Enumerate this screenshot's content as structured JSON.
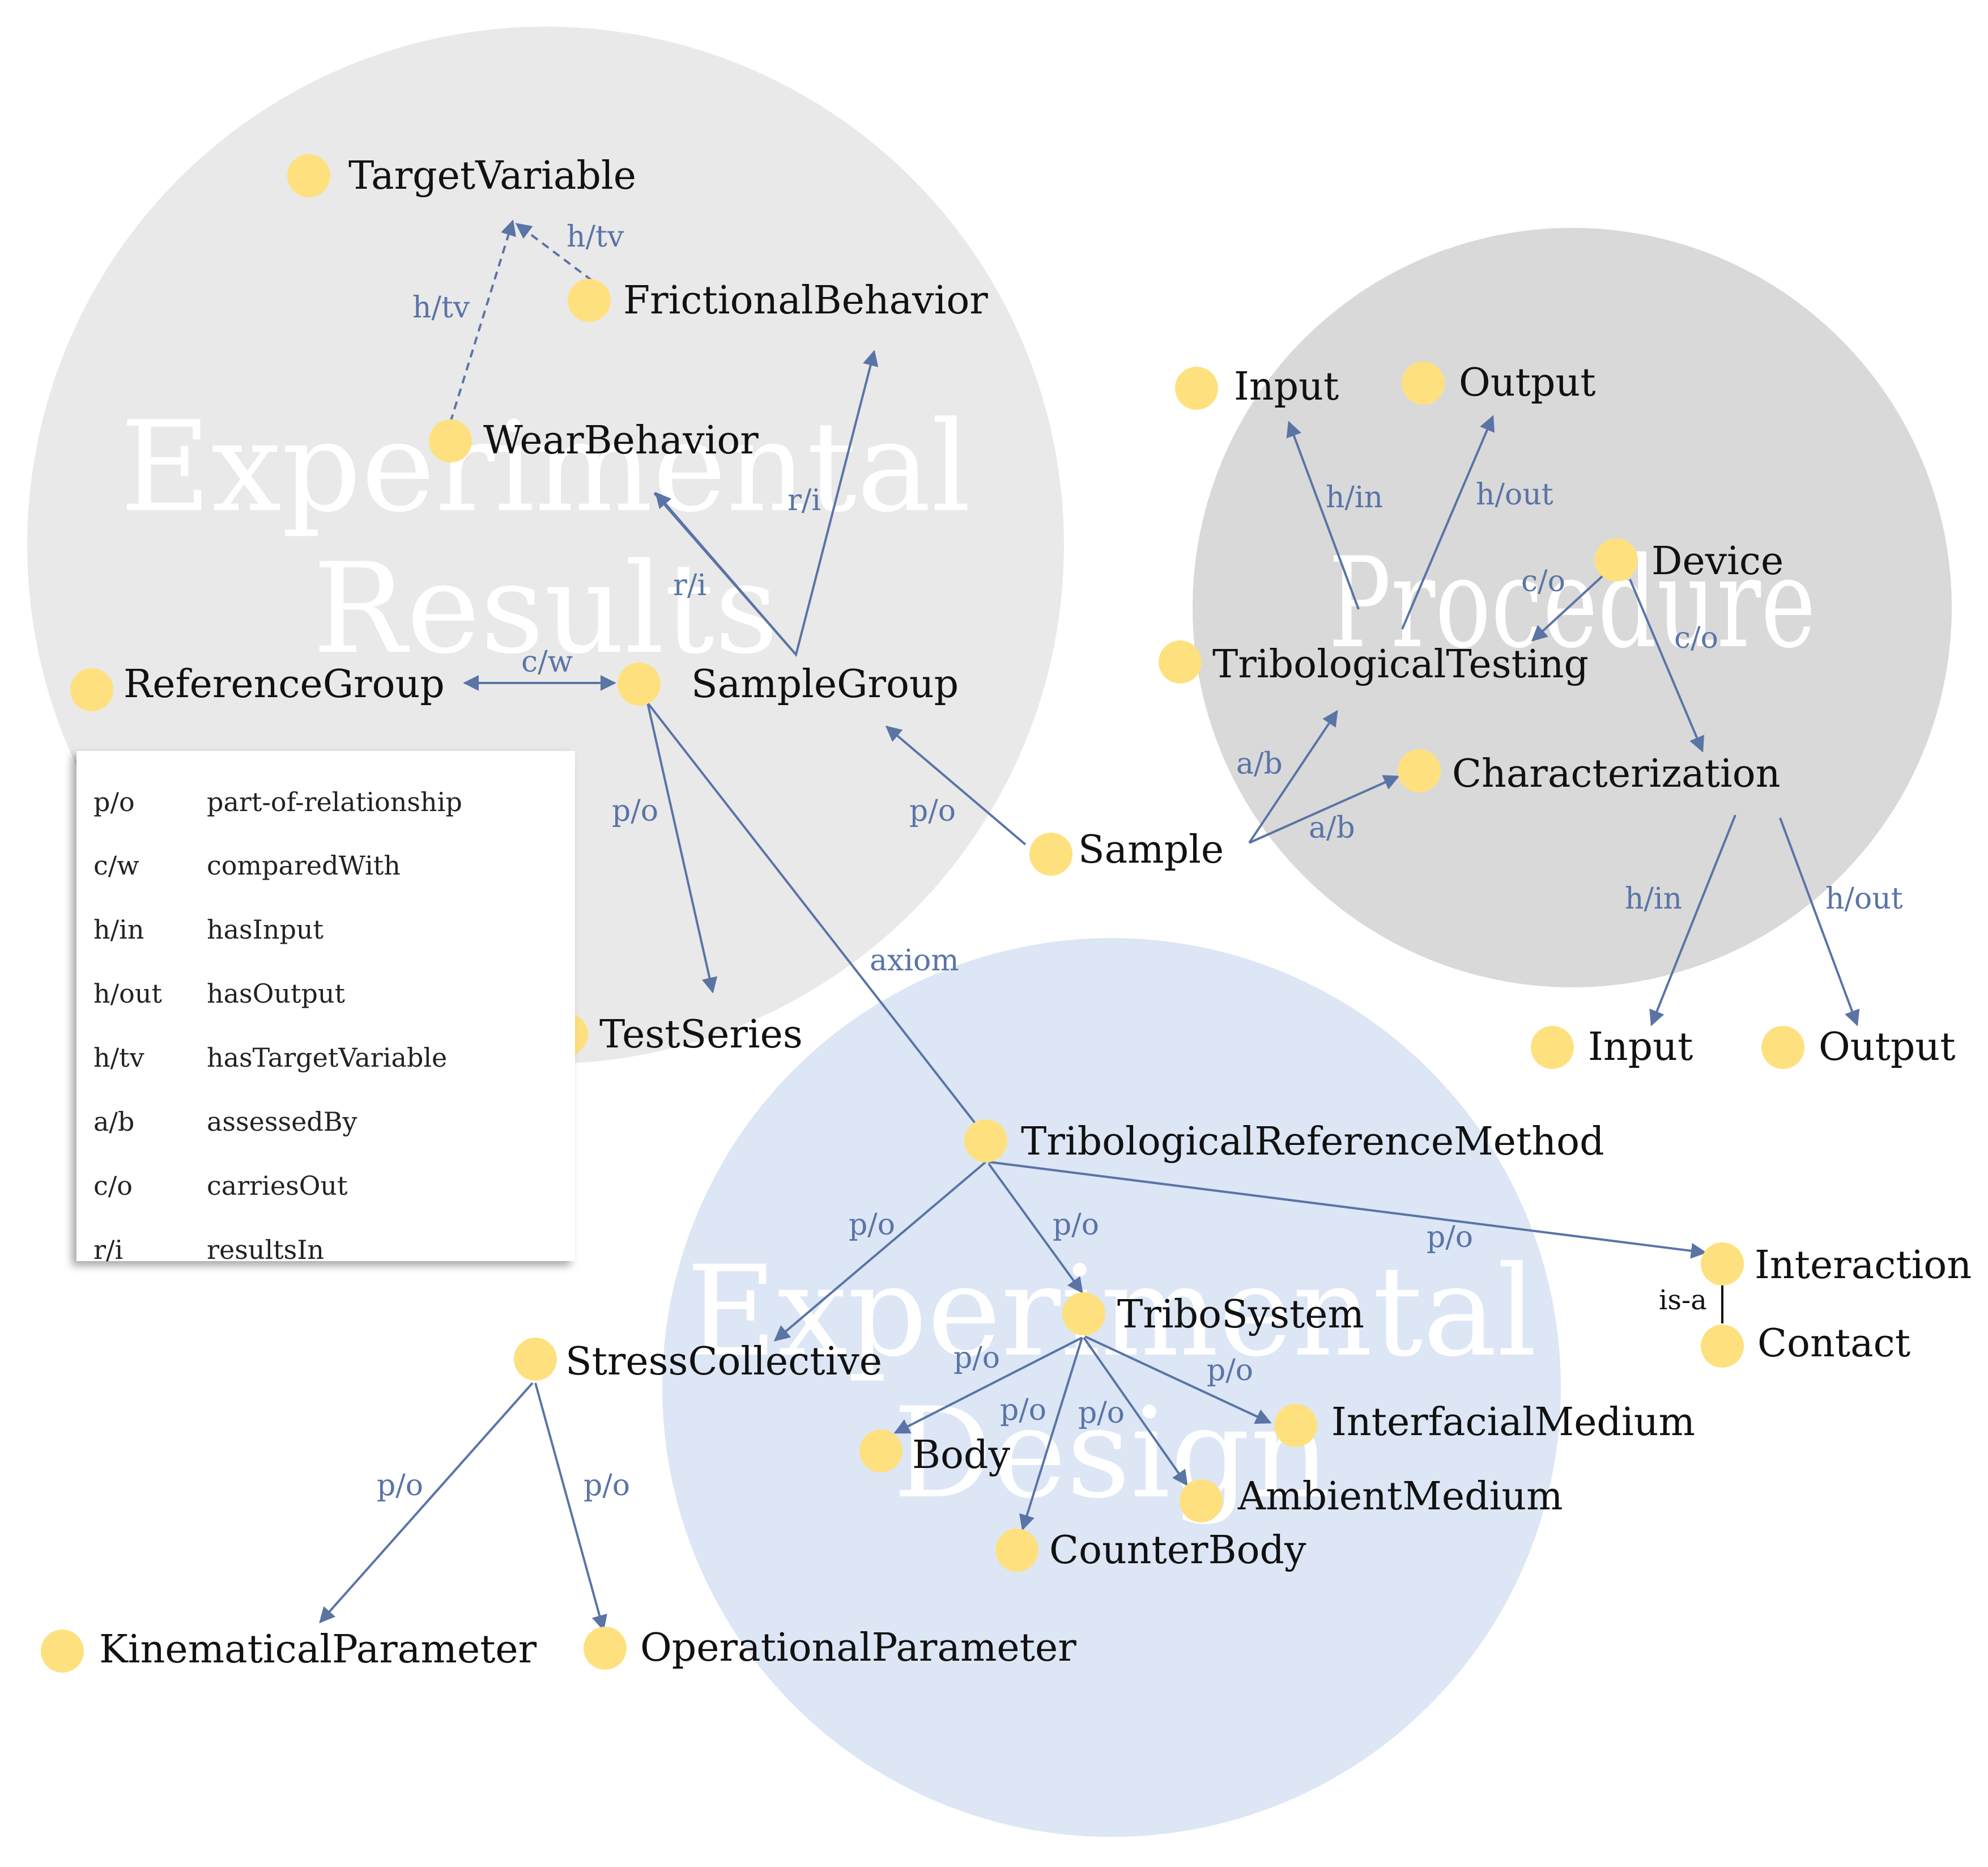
{
  "clusters": {
    "results": {
      "line1": "Experimental",
      "line2": "Results",
      "color": "#e9e9e9"
    },
    "procedure": {
      "line1": "Procedure",
      "color": "#d9d9d9"
    },
    "design": {
      "line1": "Experimental",
      "line2": "Design",
      "color": "#dce6f5"
    }
  },
  "nodes": {
    "target_variable": "TargetVariable",
    "frictional_behavior": "FrictionalBehavior",
    "wear_behavior": "WearBehavior",
    "reference_group": "ReferenceGroup",
    "sample_group": "SampleGroup",
    "test_series": "TestSeries",
    "sample": "Sample",
    "input_top": "Input",
    "output_top": "Output",
    "device": "Device",
    "tribological_testing": "TribologicalTesting",
    "characterization": "Characterization",
    "input_bottom": "Input",
    "output_bottom": "Output",
    "tribological_reference_method": "TribologicalReferenceMethod",
    "interaction": "Interaction",
    "contact": "Contact",
    "tribo_system": "TriboSystem",
    "stress_collective": "StressCollective",
    "body": "Body",
    "interfacial_medium": "InterfacialMedium",
    "ambient_medium": "AmbientMedium",
    "counter_body": "CounterBody",
    "kinematical_parameter": "KinematicalParameter",
    "operational_parameter": "OperationalParameter"
  },
  "edge_labels": {
    "htv_frictional": "h/tv",
    "htv_wear": "h/tv",
    "ri_wear": "r/i",
    "ri_frictional": "r/i",
    "cw": "c/w",
    "po_testseries": "p/o",
    "po_sample": "p/o",
    "axiom": "axiom",
    "hin_testing": "h/in",
    "hout_testing": "h/out",
    "co_testing": "c/o",
    "co_characterization": "c/o",
    "ab_testing": "a/b",
    "ab_characterization": "a/b",
    "hin_characterization": "h/in",
    "hout_characterization": "h/out",
    "po_stress": "p/o",
    "po_tribo": "p/o",
    "po_interaction": "p/o",
    "isa": "is-a",
    "po_body": "p/o",
    "po_counterbody": "p/o",
    "po_ambient": "p/o",
    "po_interfacial": "p/o",
    "po_kinematical": "p/o",
    "po_operational": "p/o"
  },
  "legend": [
    {
      "abbr": "p/o",
      "meaning": "part-of-relationship"
    },
    {
      "abbr": "c/w",
      "meaning": "comparedWith"
    },
    {
      "abbr": "h/in",
      "meaning": "hasInput"
    },
    {
      "abbr": "h/out",
      "meaning": "hasOutput"
    },
    {
      "abbr": "h/tv",
      "meaning": "hasTargetVariable"
    },
    {
      "abbr": "a/b",
      "meaning": "assessedBy"
    },
    {
      "abbr": "c/o",
      "meaning": "carriesOut"
    },
    {
      "abbr": "r/i",
      "meaning": "resultsIn"
    }
  ],
  "colors": {
    "node": "#fee17e",
    "edge": "#5a74a6"
  }
}
